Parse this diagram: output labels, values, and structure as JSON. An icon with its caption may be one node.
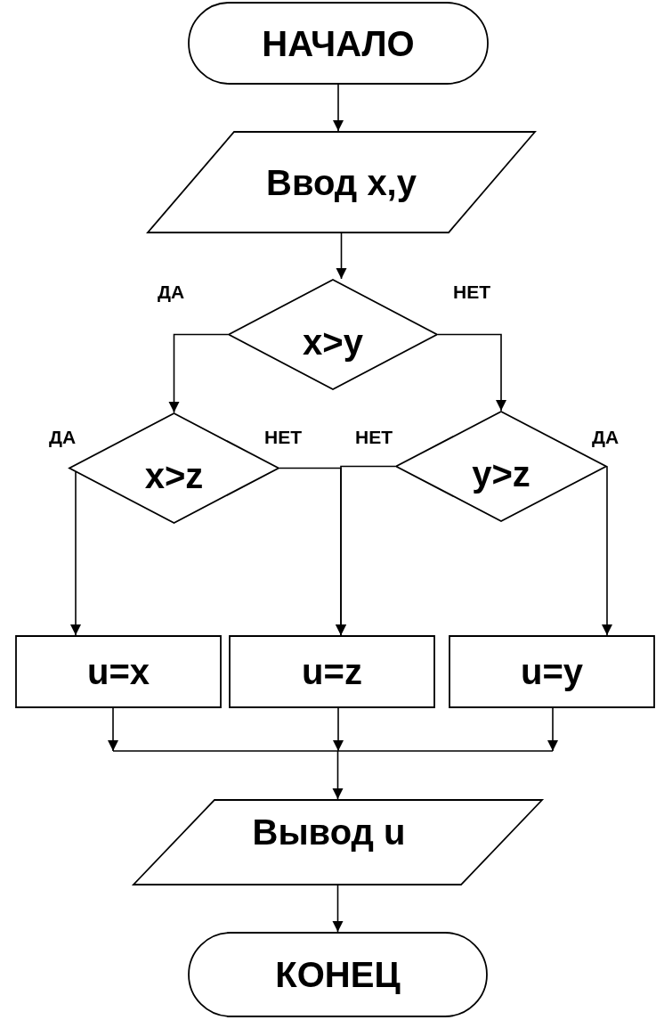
{
  "diagram": {
    "nodes": [
      {
        "text": [
          "НАЧАЛО"
        ]
      },
      {
        "text": [
          "Ввод x,y"
        ]
      },
      {
        "text": [
          "x>y"
        ]
      },
      {
        "text": [
          "x>z"
        ]
      },
      {
        "text": [
          "y>z"
        ]
      },
      {
        "text": [
          "u=x"
        ]
      },
      {
        "text": [
          "u=z"
        ]
      },
      {
        "text": [
          "u=y"
        ]
      },
      {
        "text": [
          "Вывод u"
        ]
      },
      {
        "text": [
          "КОНЕЦ"
        ]
      }
    ],
    "edges": [
      {
        "from": 0,
        "to": 1,
        "arrow": "to"
      },
      {
        "from": 1,
        "to": 2,
        "arrow": "to"
      },
      {
        "from": 2,
        "to": 3,
        "arrow": "to",
        "label": "ДА"
      },
      {
        "from": 2,
        "to": 4,
        "arrow": "to",
        "label": "НЕТ"
      },
      {
        "from": 3,
        "to": 5,
        "arrow": "to",
        "label": "ДА"
      },
      {
        "from": 3,
        "to": 6,
        "arrow": "to",
        "label": "НЕТ"
      },
      {
        "from": 4,
        "to": 6,
        "arrow": "to",
        "label": "НЕТ"
      },
      {
        "from": 4,
        "to": 7,
        "arrow": "to",
        "label": "ДА"
      },
      {
        "from": 5,
        "to": 8,
        "arrow": "to"
      },
      {
        "from": 6,
        "to": 8,
        "arrow": "to"
      },
      {
        "from": 7,
        "to": 8,
        "arrow": "to"
      },
      {
        "from": 8,
        "to": 9,
        "arrow": "to"
      }
    ]
  }
}
